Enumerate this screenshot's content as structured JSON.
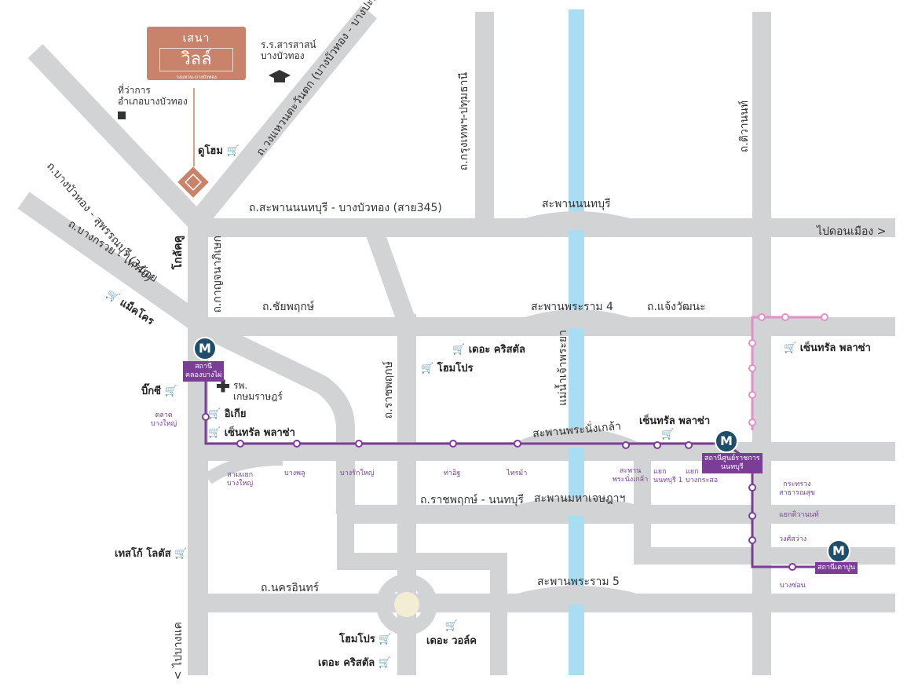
{
  "colors": {
    "road": "#d2d3d5",
    "river": "#a9ddf1",
    "line_purple": "#7a3e97",
    "line_pink": "#e48fc7",
    "brand": "#c8836a",
    "station_badge": "#1f4e6b"
  },
  "brand": {
    "name_top": "เสนา",
    "name_main": "วิลล์",
    "name_sub": "วงแหวน-บางบัวทอง"
  },
  "places": {
    "school": "ร.ร.สารสาสน์\nบางบัวทอง",
    "district_office": "ที่ว่าการ\nอำเภอบางบัวทอง",
    "project_marker_icon": "diamond-marker-icon",
    "school_icon": "graduation-cap-icon",
    "hospital": "รพ.\nเกษมราษฎร์",
    "hospital_icon": "cross-icon",
    "cart_icon": "shopping-cart-icon"
  },
  "roads": {
    "bangbuathong_suphan": "ถ.บางบัวทอง - สุพรรณบุรี (340)",
    "ring_road": "ถ.วงแหวนตะวันตก (บางบัวทอง - บางปะอิน)",
    "sapan_nonthaburi_road": "ถ.สะพานนนทบุรี - บางบัวทอง (สาย345)",
    "bangkruai_sainoi": "ถ.บางกรวย - ไทรน้อย",
    "krungthep_pathum": "ถ.กรุงเทพฯ-ปทุมธานี",
    "tiwanon": "ถ.ติวานนท์",
    "kanchanapisek": "ถ.กาญจนาภิเษก",
    "chaiyaphruek": "ถ.ชัยพฤกษ์",
    "chaengwattana": "ถ.แจ้งวัฒนะ",
    "ratchaphruek": "ถ.ราชพฤกษ์",
    "chaophraya": "แม่น้ำเจ้าพระยา",
    "ratchaphruek_nonthaburi": "ถ.ราชพฤกษ์ - นนทบุรี",
    "nakhon_in": "ถ.นครอินทร์",
    "to_donmueang": "ไปดอนเมือง >",
    "to_bangkhae": "< ไปบางแค"
  },
  "bridges": {
    "nonthaburi": "สะพานนนทบุรี",
    "rama4": "สะพานพระราม 4",
    "phra_nang_klao": "สะพานพระนั่งเกล้า",
    "maha_chesadabodin": "สะพานมหาเจษฎาฯ",
    "rama5": "สะพานพระราม 5"
  },
  "malls": {
    "homepro_top": "ดูโฮม",
    "tops": "โกลัคคู",
    "makro": "แม็คโคร",
    "bigc": "บิ๊กซี",
    "ikea": "อิเกีย",
    "central_west": "เซ็นทรัล พลาซ่า",
    "crystal_top": "เดอะ คริสตัล",
    "homepro_mid": "โฮมโปร",
    "central_mid": "เซ็นทรัล พลาซ่า",
    "central_east": "เซ็นทรัล พลาซ่า",
    "tesco": "เทสโก้ โลตัส",
    "homepro_bottom": "โฮมโปร",
    "the_walk": "เดอะ วอล์ค",
    "crystal_bottom": "เดอะ คริสตัล"
  },
  "stations": {
    "m_label": "M",
    "khlong_bang_phai": "สถานี\nคลองบางไผ่",
    "talad_bang_yai": "ตลาด\nบางใหญ่",
    "sam_yaek_bang_yai": "สามแยก\nบางใหญ่",
    "bang_phlu": "บางพลู",
    "bang_rak_yai": "บางรักใหญ่",
    "tha_it": "ท่าอิฐ",
    "sai_ma": "ไทรม้า",
    "phra_nang_klao_station": "สะพาน\nพระนั่งเกล้า",
    "yaek_nonthaburi1": "แยก\nนนทบุรี 1",
    "yaek_bang_kraso": "แยก\nบางกระสอ",
    "nonthaburi_civic": "สถานีศูนย์ราชการ\nนนทบุรี",
    "ministry_health": "กระทรวง\nสาธารณสุข",
    "yaek_tiwanon": "แยกติวานนท์",
    "wong_sawang": "วงศ์สว่าง",
    "bang_son": "บางซ่อน",
    "tao_poon": "สถานีเตาปูน"
  }
}
